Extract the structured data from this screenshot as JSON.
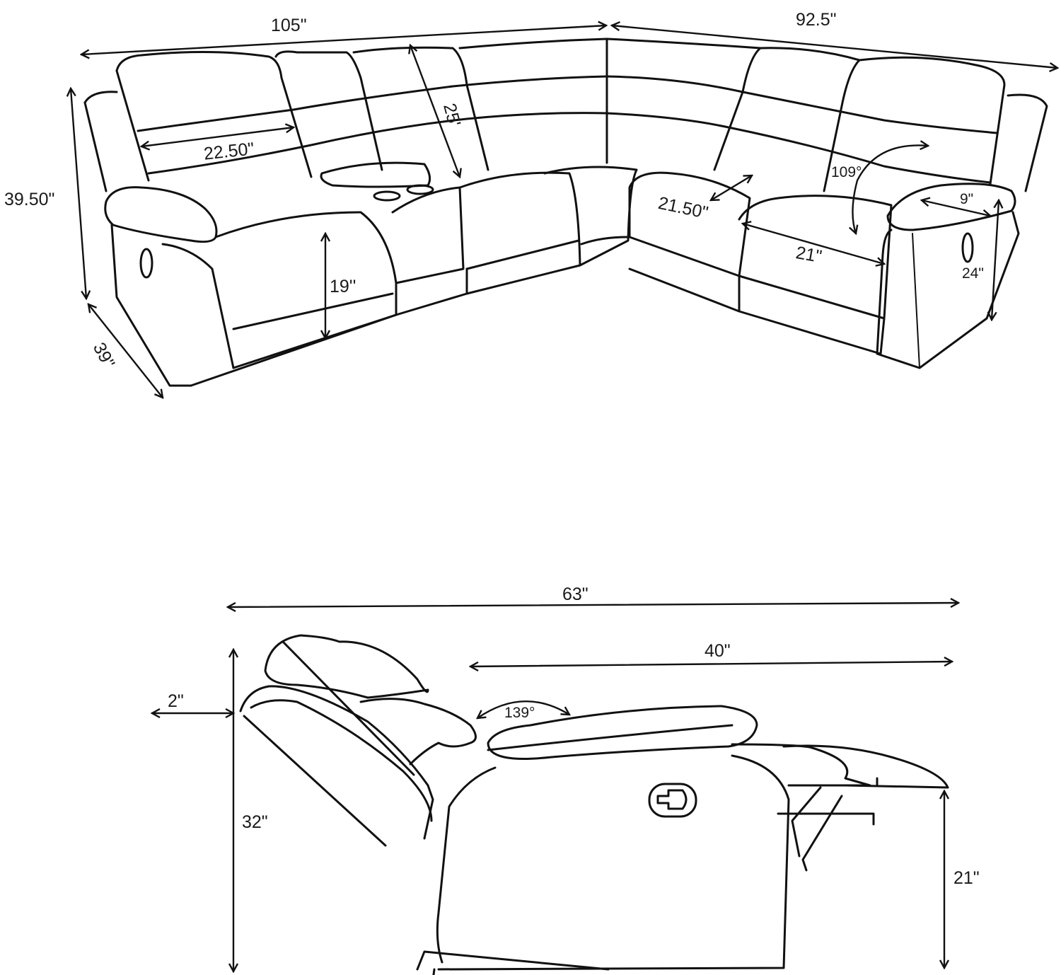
{
  "sectional_view": {
    "overall_width_left": "105\"",
    "overall_width_right": "92.5\"",
    "overall_height": "39.50\"",
    "depth": "39\"",
    "seat_width_left": "22.50\"",
    "back_height": "25'",
    "seat_height": "19''",
    "corner_seat_depth": "21.50\"",
    "seat_width_right": "21\"",
    "recline_angle": "109°",
    "arm_width": "9\"",
    "arm_height": "24\""
  },
  "recliner_side_view": {
    "reclined_length": "63\"",
    "wall_clearance": "2\"",
    "reclined_height": "32\"",
    "footrest_extension": "40\"",
    "recline_angle": "139°",
    "footrest_height": "21\""
  }
}
